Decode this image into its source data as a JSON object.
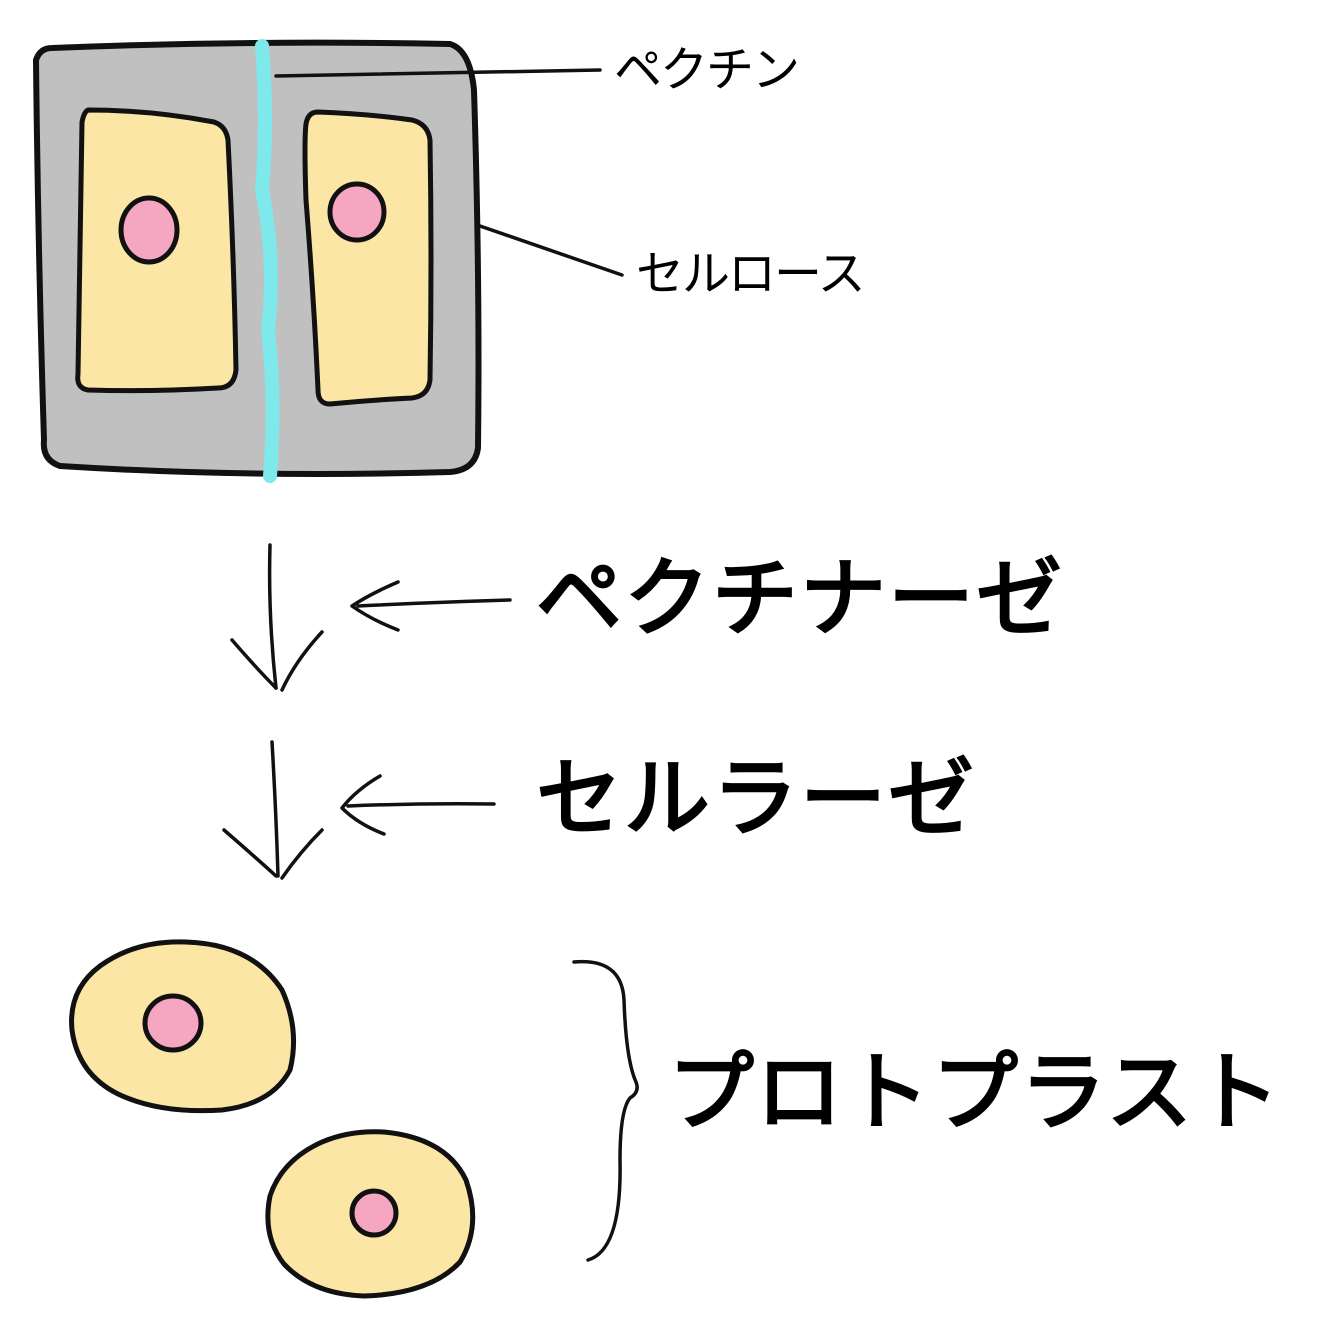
{
  "labels": {
    "pectin": "ペクチン",
    "cellulose": "セルロース",
    "pectinase": "ペクチナーゼ",
    "cellulase": "セルラーゼ",
    "protoplast": "プロトプラスト"
  },
  "colors": {
    "cell_wall": "#c0c0c0",
    "cytoplasm": "#fbe6a6",
    "nucleus": "#f5a6c0",
    "middle_lamella": "#7ee8ea",
    "outline": "#111111",
    "background": "#ffffff"
  }
}
